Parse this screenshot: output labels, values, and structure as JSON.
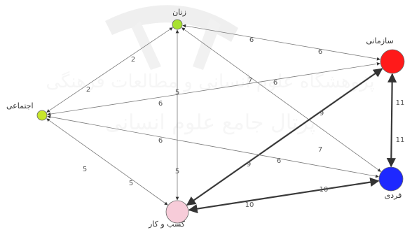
{
  "diagram": {
    "nodes": [
      {
        "id": "zanan",
        "label": "زنان",
        "color": "#a8e22f"
      },
      {
        "id": "ejtemaei",
        "label": "اجتماعی",
        "color": "#c7e62b"
      },
      {
        "id": "sazmani",
        "label": "سازمانی",
        "color": "#ff1a1a"
      },
      {
        "id": "fardi",
        "label": "فردی",
        "color": "#1e28ff"
      },
      {
        "id": "kasb",
        "label": "کسب و کار",
        "color": "#f7ccd9"
      }
    ],
    "edges": [
      {
        "from": "zanan",
        "to": "ejtemaei",
        "weights": [
          "2",
          "2"
        ]
      },
      {
        "from": "zanan",
        "to": "sazmani",
        "weights": [
          "6",
          "6"
        ]
      },
      {
        "from": "zanan",
        "to": "fardi",
        "weights": [
          "7",
          "7"
        ]
      },
      {
        "from": "zanan",
        "to": "kasb",
        "weights": [
          "5",
          "5"
        ]
      },
      {
        "from": "sazmani",
        "to": "ejtemaei",
        "weights": [
          "6",
          "6"
        ]
      },
      {
        "from": "sazmani",
        "to": "kasb",
        "weights": [
          "9",
          "9"
        ]
      },
      {
        "from": "sazmani",
        "to": "fardi",
        "weights": [
          "11",
          "11"
        ]
      },
      {
        "from": "fardi",
        "to": "ejtemaei",
        "weights": [
          "6",
          "6"
        ]
      },
      {
        "from": "fardi",
        "to": "kasb",
        "weights": [
          "10",
          "10"
        ]
      },
      {
        "from": "ejtemaei",
        "to": "kasb",
        "weights": [
          "5",
          "5"
        ]
      }
    ]
  }
}
